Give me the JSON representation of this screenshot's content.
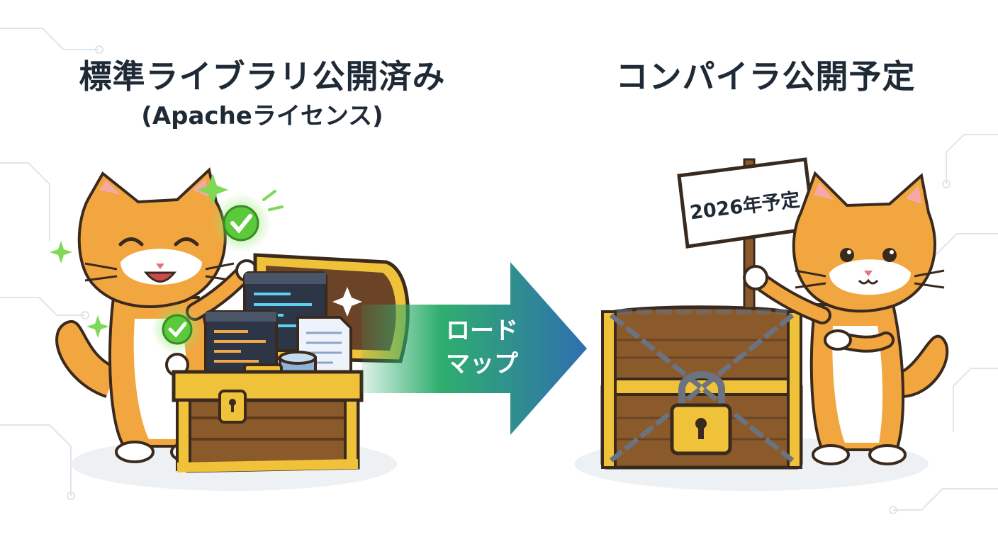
{
  "left": {
    "title": "標準ライブラリ公開済み",
    "subtitle": "(Apacheライセンス)"
  },
  "right": {
    "title": "コンパイラ公開予定",
    "sign_text": "2026年予定"
  },
  "arrow": {
    "line1": "ロード",
    "line2": "マップ"
  },
  "colors": {
    "text": "#1f2a37",
    "cat_orange": "#f2a640",
    "chest_wood": "#8b5a2b",
    "chest_gold": "#f0c23a",
    "check_green": "#5ac93a",
    "arrow_start": "#2fae6e",
    "arrow_end": "#2f6fb0"
  },
  "icons": [
    "check-icon",
    "sparkle-icon",
    "lock-icon",
    "chain-icon"
  ]
}
